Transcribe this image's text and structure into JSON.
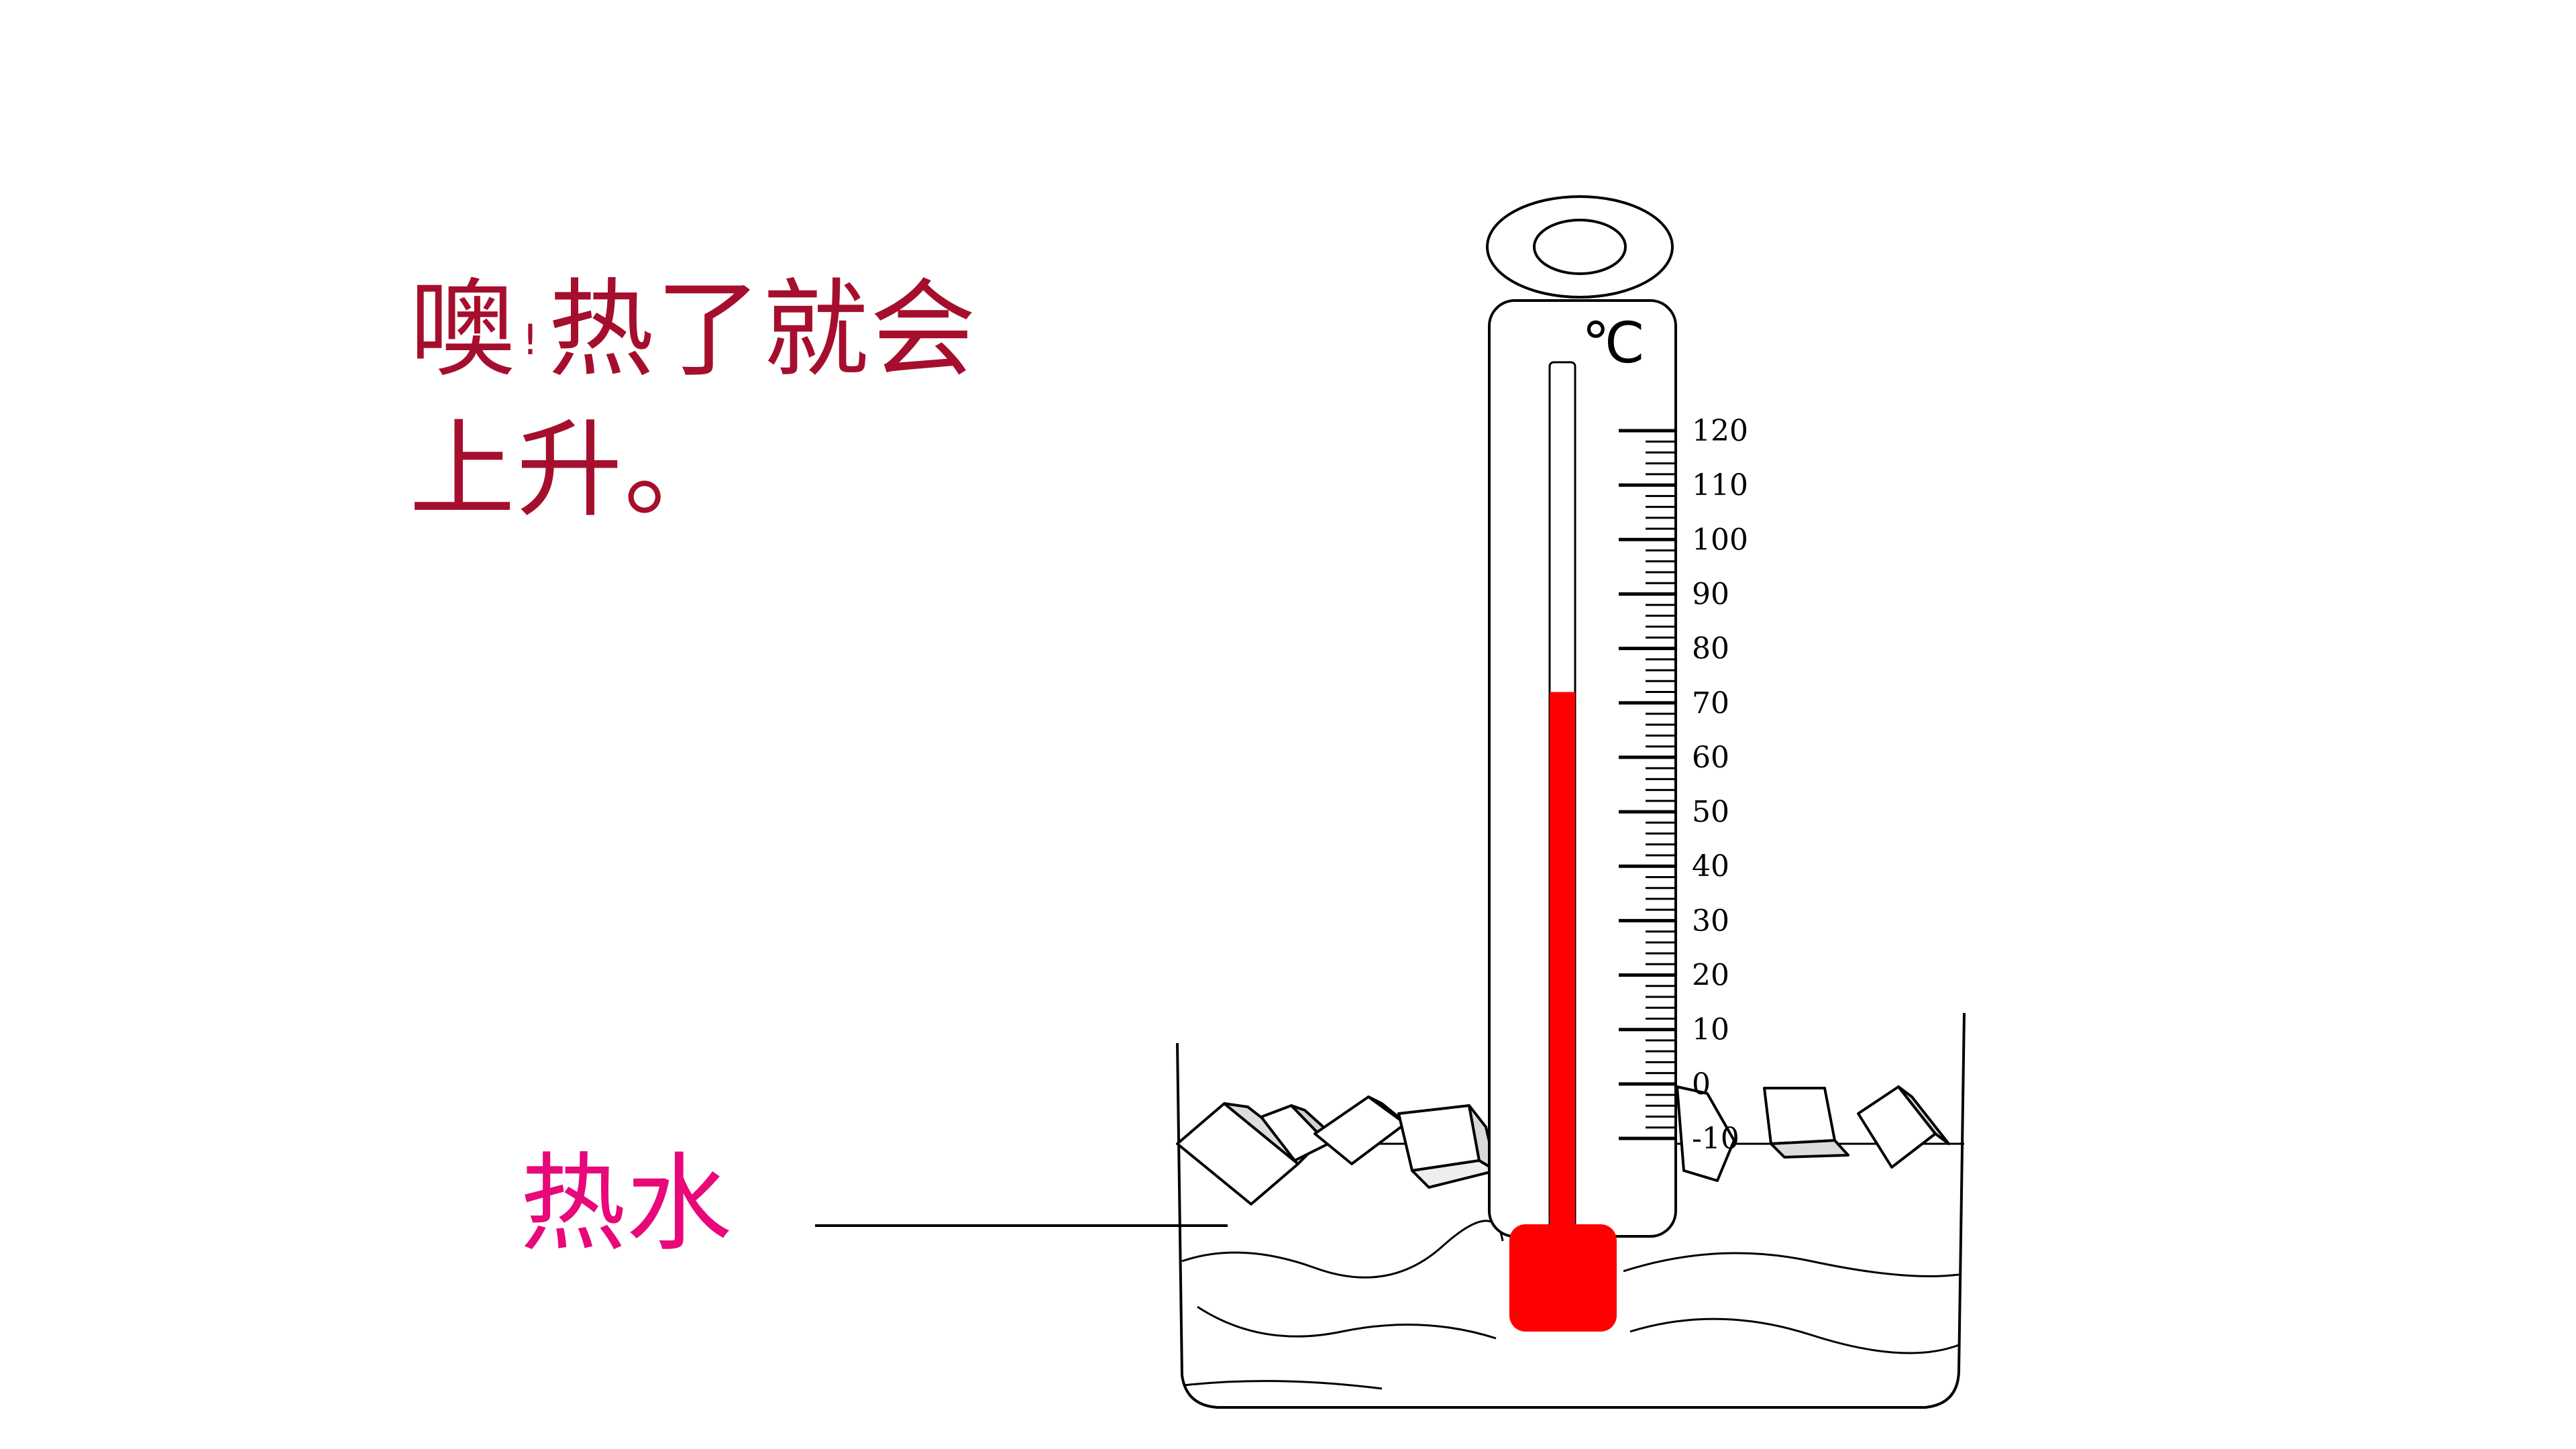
{
  "caption": {
    "part1": "噢",
    "excl": "!",
    "part2": "热了就会上升。"
  },
  "label": {
    "text": "热水"
  },
  "thermometer": {
    "unit": "℃",
    "scale_min": -10,
    "scale_max": 120,
    "major_step": 10,
    "minor_step": 2,
    "tick_labels": [
      "120",
      "110",
      "100",
      "90",
      "80",
      "70",
      "60",
      "50",
      "40",
      "30",
      "20",
      "10",
      "0",
      "-10"
    ],
    "reading": 72,
    "liquid_color": "#ff0000"
  }
}
